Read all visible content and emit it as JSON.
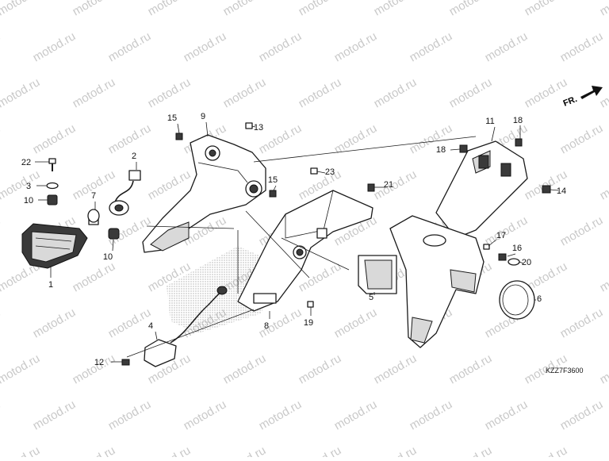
{
  "watermark": "motod.ru",
  "diagram_code": "KZZ7F3600",
  "fr_arrow_label": "FR.",
  "callouts": [
    "1",
    "2",
    "3",
    "4",
    "5",
    "6",
    "7",
    "8",
    "9",
    "10",
    "11",
    "12",
    "13",
    "14",
    "15",
    "16",
    "17",
    "18",
    "19",
    "20",
    "21",
    "22",
    "23"
  ]
}
